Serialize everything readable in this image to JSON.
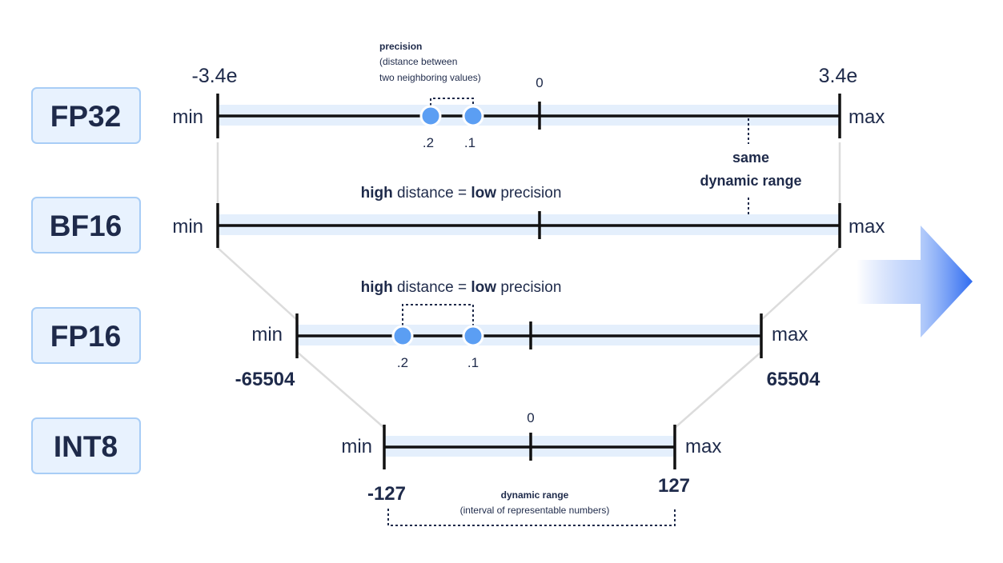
{
  "formats": {
    "fp32": {
      "label": "FP32",
      "min": "min",
      "max": "max",
      "neg_limit": "-3.4e",
      "pos_limit": "3.4e",
      "zero": "0",
      "point_a": ".2",
      "point_b": ".1"
    },
    "bf16": {
      "label": "BF16",
      "min": "min",
      "max": "max"
    },
    "fp16": {
      "label": "FP16",
      "min": "min",
      "max": "max",
      "neg_limit": "-65504",
      "pos_limit": "65504",
      "point_a": ".2",
      "point_b": ".1"
    },
    "int8": {
      "label": "INT8",
      "min": "min",
      "max": "max",
      "neg_limit": "-127",
      "pos_limit": "127",
      "zero": "0"
    }
  },
  "annotations": {
    "precision_title": "precision",
    "precision_line1": "(distance between",
    "precision_line2": "two neighboring values)",
    "same_range_line1": "same",
    "same_range_line2": "dynamic range",
    "bf16_note_high": "high",
    "bf16_note_mid": " distance = ",
    "bf16_note_low": "low",
    "bf16_note_end": " precision",
    "fp16_note_high": "high",
    "fp16_note_mid": " distance = ",
    "fp16_note_low": "low",
    "fp16_note_end": " precision",
    "range_title": "dynamic range",
    "range_subtitle": "(interval of representable numbers)"
  },
  "colors": {
    "accent": "#5b9ef3",
    "band": "#e4effc",
    "label_box": "#e8f2fe",
    "text": "#1e2a4a",
    "arrow": "#2f6bf0"
  },
  "icons": {
    "arrow": "right-arrow-icon"
  }
}
